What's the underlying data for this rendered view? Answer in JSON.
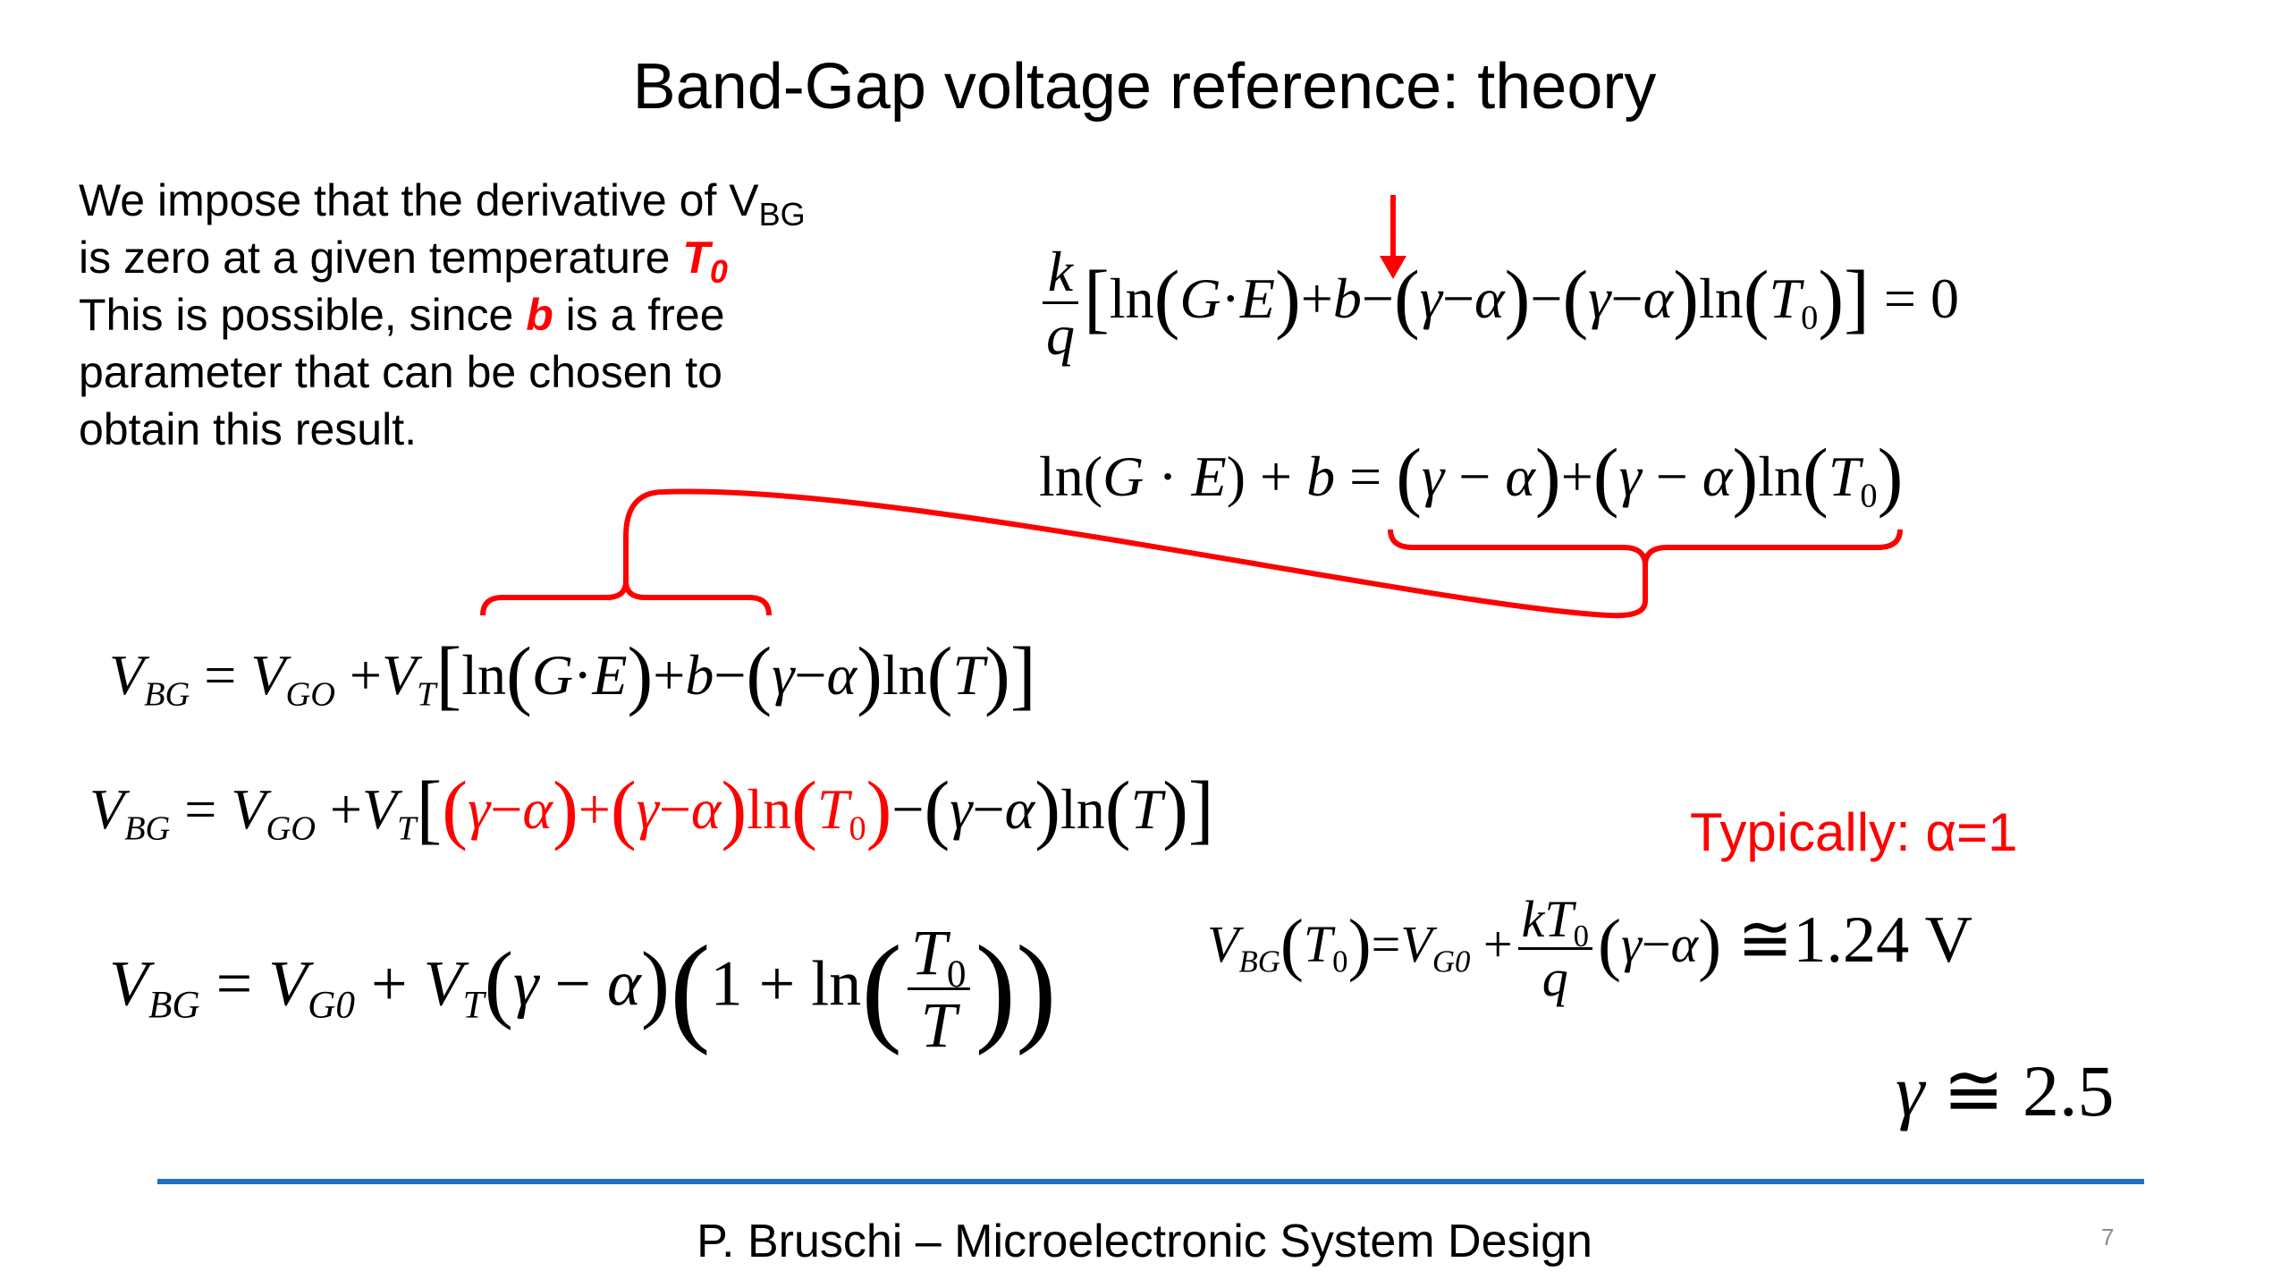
{
  "slide": {
    "title": "Band-Gap voltage reference: theory",
    "intro": {
      "l1_pre": "We impose that the derivative of V",
      "l1_sub": "BG",
      "l2_pre": "is zero at a given temperature ",
      "l2_T": "T",
      "l2_sub": "0",
      "l3_pre": "This is possible, since ",
      "l3_b": "b",
      "l3_post": " is a free",
      "l4": "parameter that can be chosen to",
      "l5": "obtain this result."
    },
    "eq1": {
      "k": "k",
      "q": "q",
      "lb": "[",
      "ln": "ln",
      "G": "G",
      "E": "E",
      "plus": "+",
      "b": "b",
      "minus": "−",
      "gamma": "γ",
      "alpha": "α",
      "T": "T",
      "zero_sub": "0",
      "rb": "]",
      "eq": "=",
      "zero": "0"
    },
    "eq2": {
      "ln": "ln",
      "G": "G",
      "E": "E",
      "plus": "+",
      "b": "b",
      "eq": "=",
      "minus": "−",
      "gamma": "γ",
      "alpha": "α",
      "T": "T",
      "zero_sub": "0"
    },
    "eq3": {
      "V": "V",
      "BG": "BG",
      "GO": "GO",
      "Tsub": "T",
      "eq": "=",
      "plus": "+",
      "ln": "ln",
      "G": "G",
      "E": "E",
      "b": "b",
      "minus": "−",
      "gamma": "γ",
      "alpha": "α",
      "T": "T"
    },
    "eq4": {
      "V": "V",
      "BG": "BG",
      "GO": "GO",
      "Tsub": "T",
      "eq": "=",
      "plus": "+",
      "ln": "ln",
      "minus": "−",
      "gamma": "γ",
      "alpha": "α",
      "T": "T",
      "zero_sub": "0"
    },
    "eq5": {
      "V": "V",
      "BG": "BG",
      "G0": "G0",
      "Tsub": "T",
      "eq": "=",
      "plus": "+",
      "one": "1",
      "ln": "ln",
      "minus": "−",
      "gamma": "γ",
      "alpha": "α",
      "T": "T",
      "zero_sub": "0"
    },
    "typically": "Typically: α=1",
    "eq6": {
      "V": "V",
      "BG": "BG",
      "G0": "G0",
      "eq": "=",
      "plus": "+",
      "k": "k",
      "T": "T",
      "zero_sub": "0",
      "q": "q",
      "minus": "−",
      "gamma": "γ",
      "alpha": "α",
      "approx": "≅",
      "value": "1.24 V"
    },
    "eq7": {
      "gamma": "γ",
      "approx": "≅",
      "value": "2.5"
    },
    "footer": "P. Bruschi – Microelectronic System Design",
    "page_number": "7"
  },
  "colors": {
    "accent_red": "#ff0000",
    "rule_blue": "#1f6fc1",
    "page_number_gray": "#8a8a8a"
  }
}
